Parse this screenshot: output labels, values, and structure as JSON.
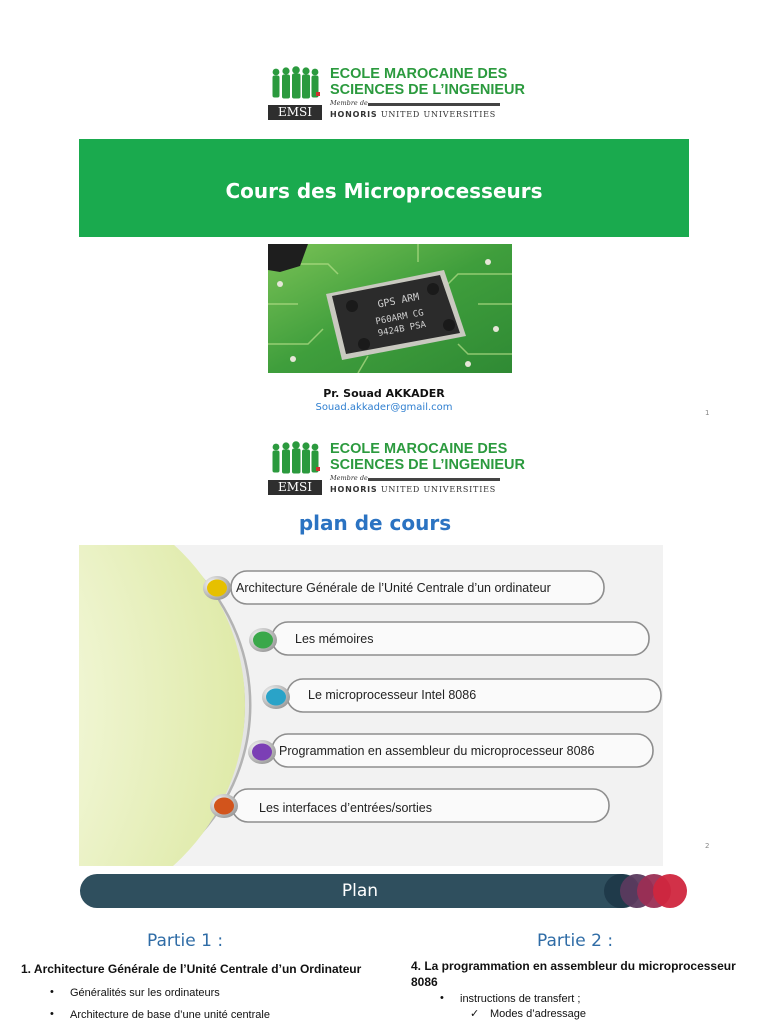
{
  "logo": {
    "mark_text": "EMSI",
    "line1": "ECOLE MAROCAINE DES",
    "line2": "SCIENCES DE L’INGENIEUR",
    "member": "Membre de",
    "honoris_bold": "HONORIS",
    "honoris_rest": " UNITED UNIVERSITIES",
    "brand_color": "#2b9a3e"
  },
  "slide1": {
    "title": "Cours des Microprocesseurs",
    "band_color": "#1aaa4e",
    "chip_text": [
      "GPS ARM",
      "P60ARM CG",
      "9424B PSA"
    ],
    "author": "Pr. Souad AKKADER",
    "email": "Souad.akkader@gmail.com",
    "page_number": "1"
  },
  "slide2": {
    "title": "plan de cours",
    "items": [
      {
        "label": "Architecture Générale de l’Unité Centrale d’un ordinateur",
        "color": "#e6c000"
      },
      {
        "label": "Les mémoires",
        "color": "#3aa84a"
      },
      {
        "label": "Le microprocesseur Intel 8086",
        "color": "#2aa3c8"
      },
      {
        "label": "Programmation en assembleur du microprocesseur 8086",
        "color": "#7b3fb5"
      },
      {
        "label": "Les interfaces d’entrées/sorties",
        "color": "#d2541c"
      }
    ],
    "page_number": "2"
  },
  "slide3": {
    "title": "Plan",
    "left": {
      "partie": "Partie 1 :",
      "heading": "1.   Architecture Générale de l’Unité Centrale d’un Ordinateur",
      "bullets": [
        "Généralités sur les ordinateurs",
        "Architecture de base d’une unité centrale"
      ]
    },
    "right": {
      "partie": "Partie 2 :",
      "heading_line1": "4.   La programmation en assembleur du microprocesseur",
      "heading_line2": "8086",
      "bullet": "instructions de transfert ;",
      "sub_bullet": "Modes d’adressage"
    }
  }
}
